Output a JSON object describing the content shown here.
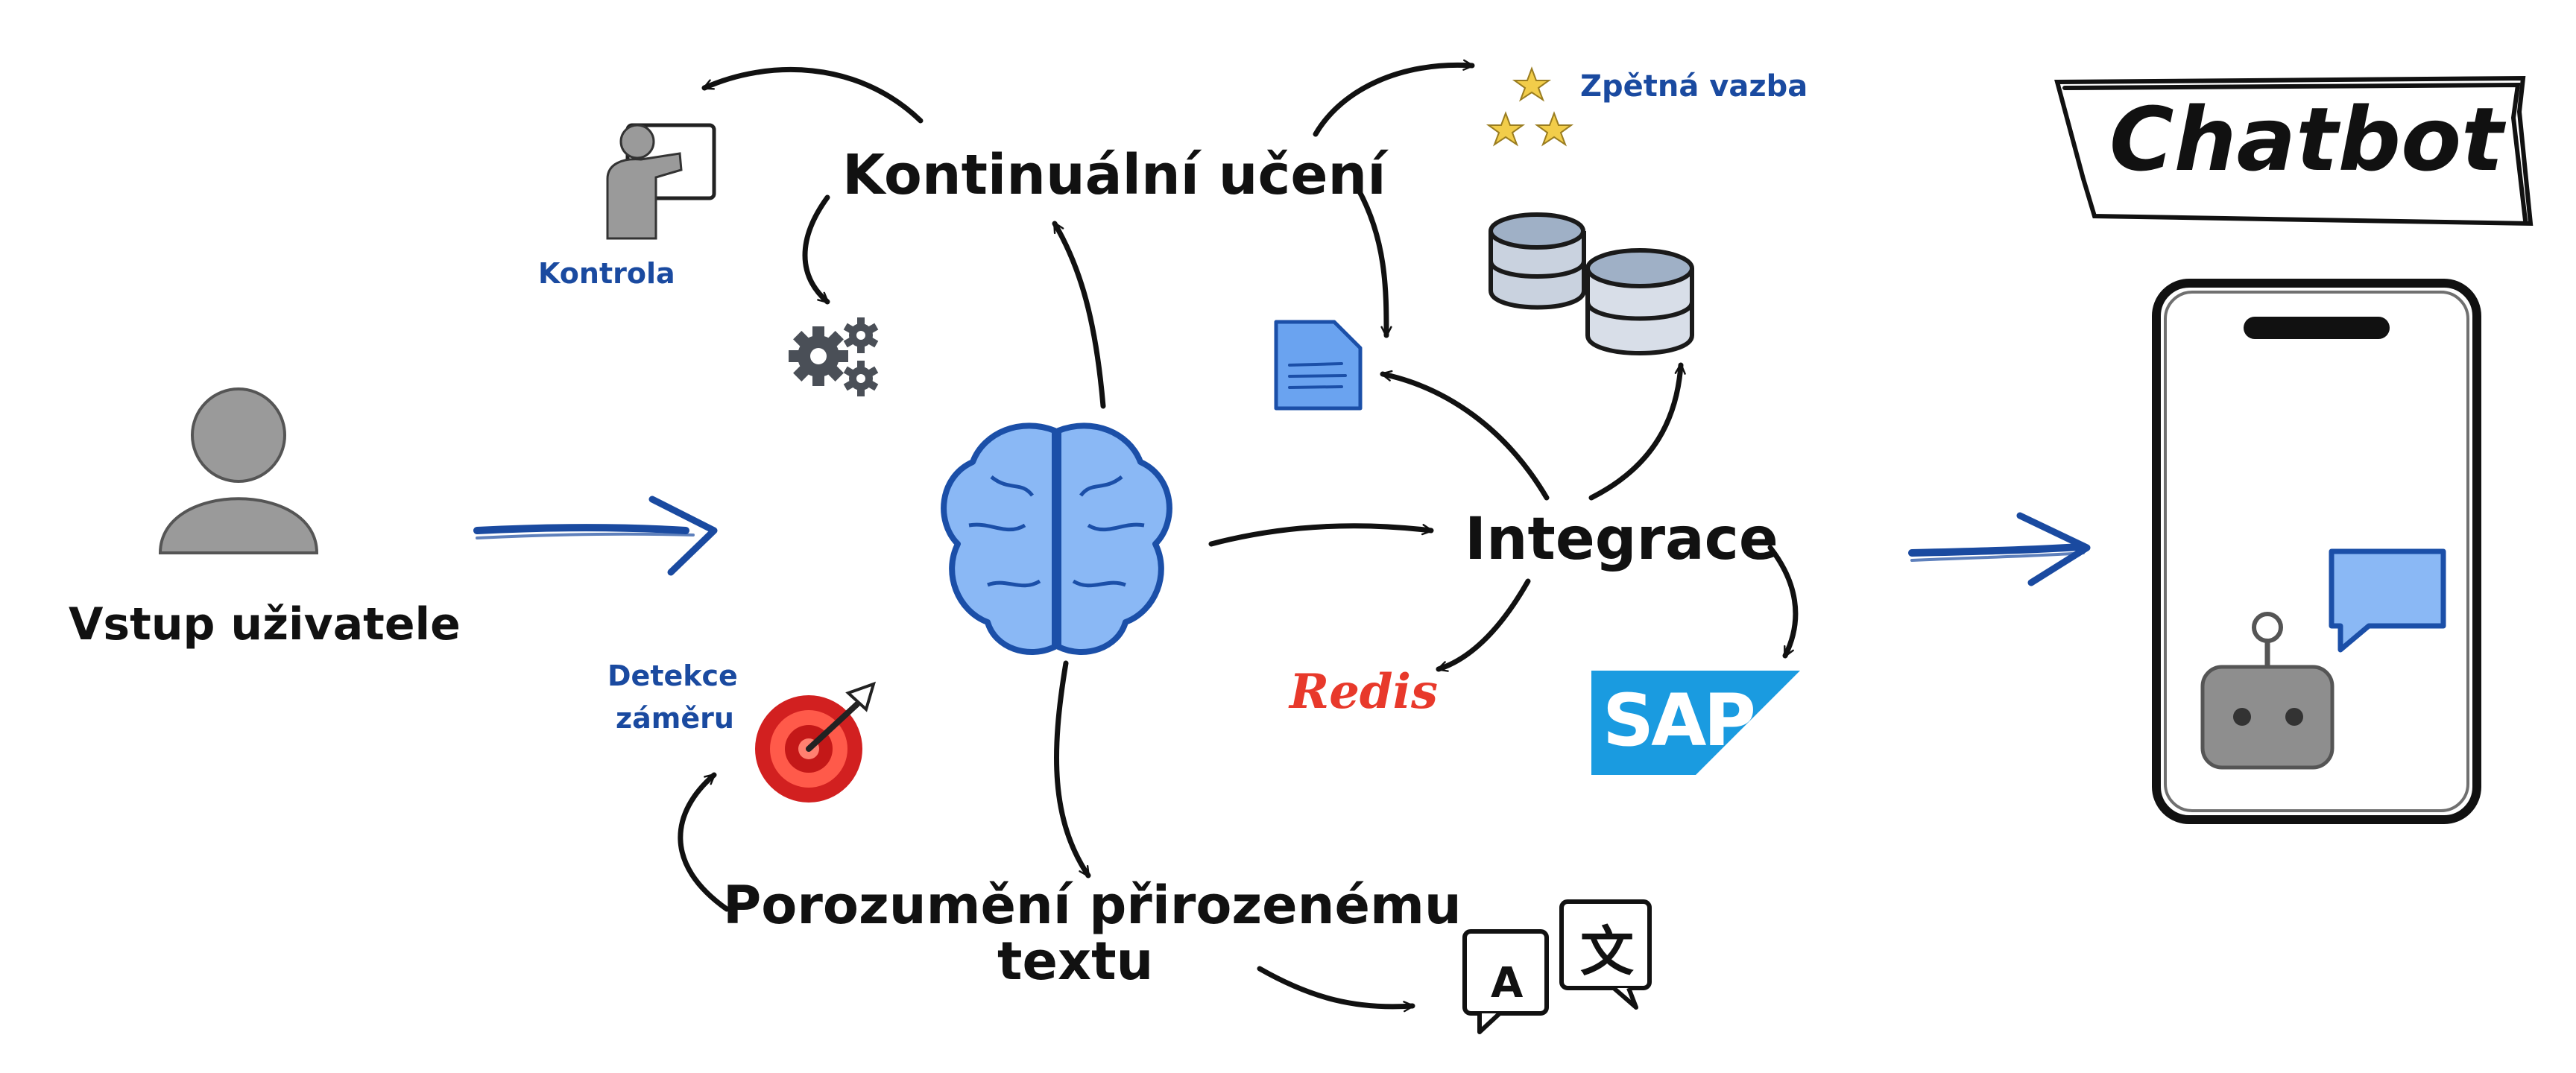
{
  "title": "Chatbot",
  "labels": {
    "user_input": "Vstup uživatele",
    "continuous_learning": "Kontinuální učení",
    "integration": "Integrace",
    "nlu_line1": "Porozumění přirozenému",
    "nlu_line2": "textu",
    "control": "Kontrola",
    "feedback": "Zpětná vazba",
    "intent_line1": "Detekce",
    "intent_line2": "záměru"
  },
  "logos": {
    "redis": "Redis",
    "sap": "SAP"
  },
  "translate_icon": {
    "latin": "A",
    "cjk": "文"
  },
  "icons": [
    "user-icon",
    "brain-icon",
    "teacher-icon",
    "gears-icon",
    "stars-icon",
    "document-icon",
    "database-icon",
    "target-icon",
    "translate-icon",
    "phone-icon",
    "robot-icon",
    "chat-bubble-icon"
  ],
  "colors": {
    "ink": "#111111",
    "accent_blue": "#1a4aa0",
    "brain_fill": "#8ab8f5",
    "brain_stroke": "#1b4fa8",
    "gray_icon": "#9a9a9a",
    "redis_red": "#e8392b",
    "sap_blue": "#1a9be0",
    "star_gold": "#f2cd4a"
  }
}
